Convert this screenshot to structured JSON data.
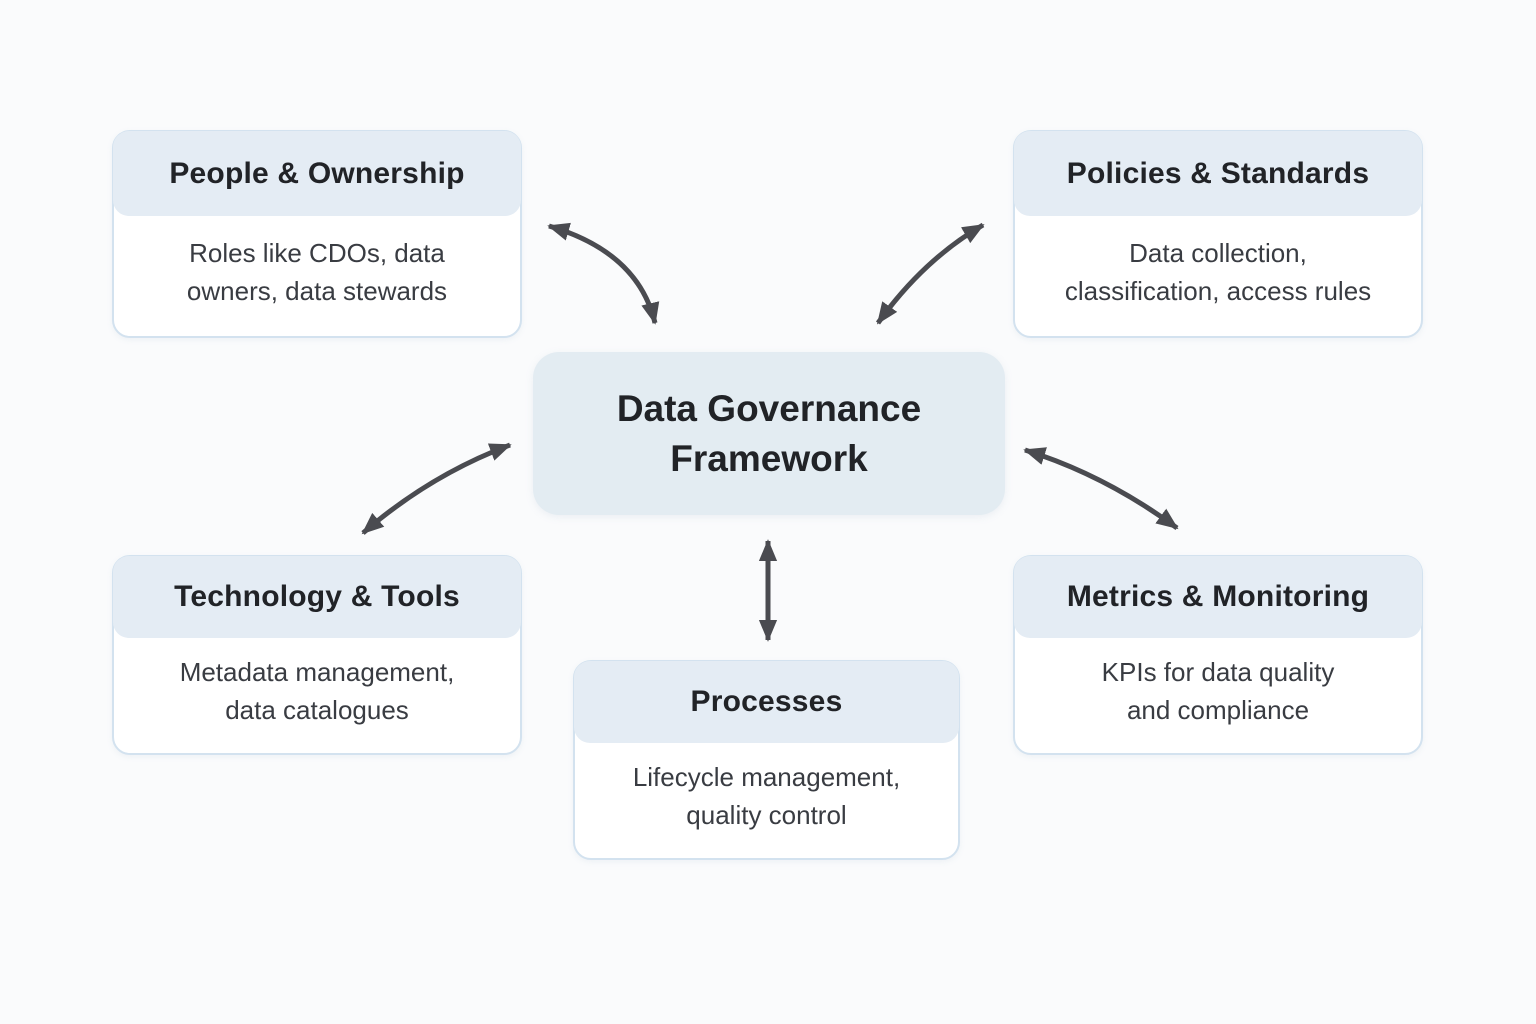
{
  "diagram": {
    "type": "hub-and-spoke",
    "center_node": {
      "id": "center",
      "title": "Data Governance\nFramework"
    },
    "nodes": [
      {
        "id": "people",
        "title": "People & Ownership",
        "description": "Roles like CDOs, data\nowners, data stewards"
      },
      {
        "id": "policies",
        "title": "Policies & Standards",
        "description": "Data collection,\nclassification, access rules"
      },
      {
        "id": "technology",
        "title": "Technology & Tools",
        "description": "Metadata management,\ndata catalogues"
      },
      {
        "id": "metrics",
        "title": "Metrics & Monitoring",
        "description": "KPIs for data quality\nand compliance"
      },
      {
        "id": "processes",
        "title": "Processes",
        "description": "Lifecycle management,\nquality control"
      }
    ],
    "edges": [
      {
        "from": "center",
        "to": "people",
        "style": "curved",
        "bidirectional": true
      },
      {
        "from": "center",
        "to": "policies",
        "style": "curved",
        "bidirectional": true
      },
      {
        "from": "center",
        "to": "technology",
        "style": "curved",
        "bidirectional": true
      },
      {
        "from": "center",
        "to": "metrics",
        "style": "curved",
        "bidirectional": true
      },
      {
        "from": "center",
        "to": "processes",
        "style": "straight",
        "bidirectional": true
      }
    ],
    "colors": {
      "background": "#fafbfc",
      "header_fill": "#e4ecf4",
      "center_fill": "#e3ecf2",
      "card_fill": "#ffffff",
      "card_border": "#d3e2ef",
      "title_text": "#212327",
      "body_text": "#393c42",
      "arrow": "#4a4b50"
    }
  }
}
